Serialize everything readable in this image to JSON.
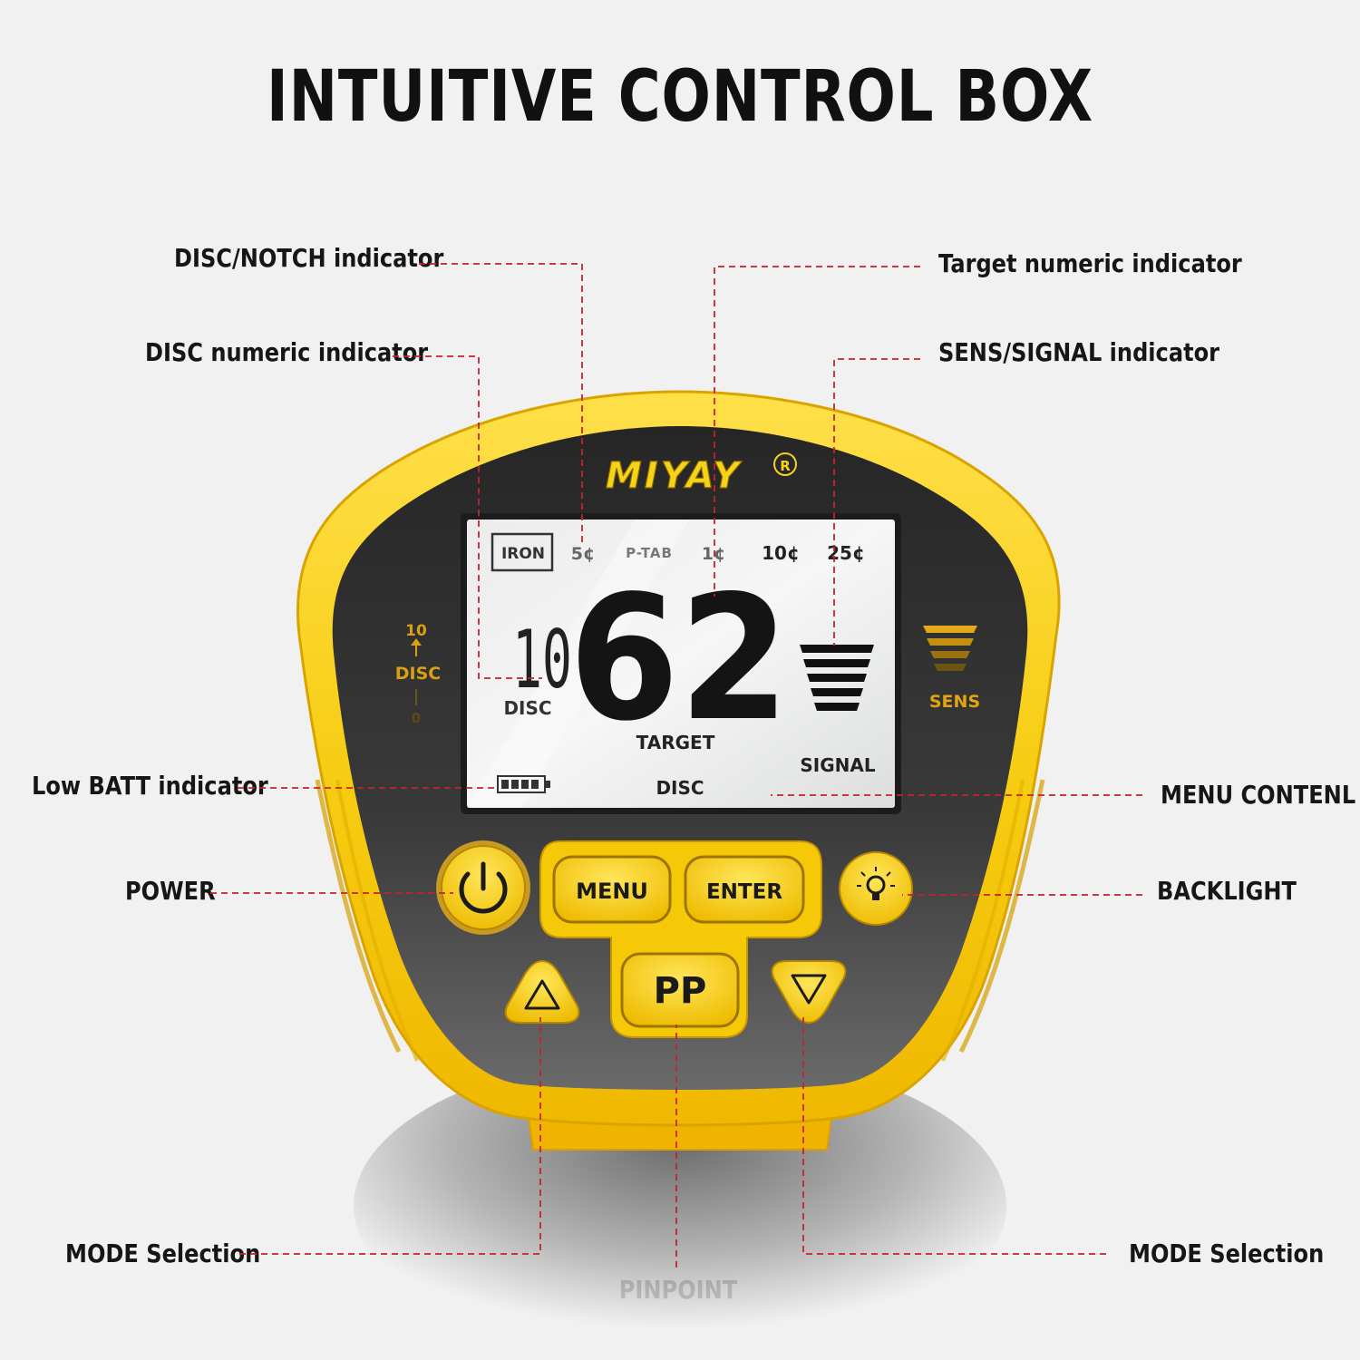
{
  "title": "INTUITIVE CONTROL BOX",
  "callouts": {
    "disc_notch": "DISC/NOTCH indicator",
    "disc_numeric": "DISC numeric indicator",
    "low_batt": "Low BATT indicator",
    "power": "POWER",
    "mode_left": "MODE Selection",
    "target_numeric": "Target numeric indicator",
    "sens_signal": "SENS/SIGNAL indicator",
    "menu_content": "MENU CONTENL",
    "backlight": "BACKLIGHT",
    "mode_right": "MODE Selection",
    "pinpoint": "PINPOINT"
  },
  "device": {
    "brand": "MIYAY",
    "registered_mark": "R",
    "left_panel": {
      "top": "10",
      "label": "DISC",
      "bottom": "0"
    },
    "right_panel": {
      "label": "SENS"
    },
    "lcd": {
      "notch": [
        "IRON",
        "5¢",
        "P-TAB",
        "1¢",
        "10¢",
        "25¢"
      ],
      "disc_value": "10",
      "disc_label": "DISC",
      "target_value": "62",
      "target_label": "TARGET",
      "signal_label": "SIGNAL",
      "menu_label": "DISC"
    },
    "buttons": {
      "menu": "MENU",
      "enter": "ENTER",
      "pp": "PP"
    }
  },
  "colors": {
    "yellow": "#f6cf14",
    "yellow_dark": "#d9a400",
    "panel": "#2e2e2e",
    "lcd": "#e8eaea",
    "gold": "#d9a010",
    "leader": "#c8212a"
  }
}
